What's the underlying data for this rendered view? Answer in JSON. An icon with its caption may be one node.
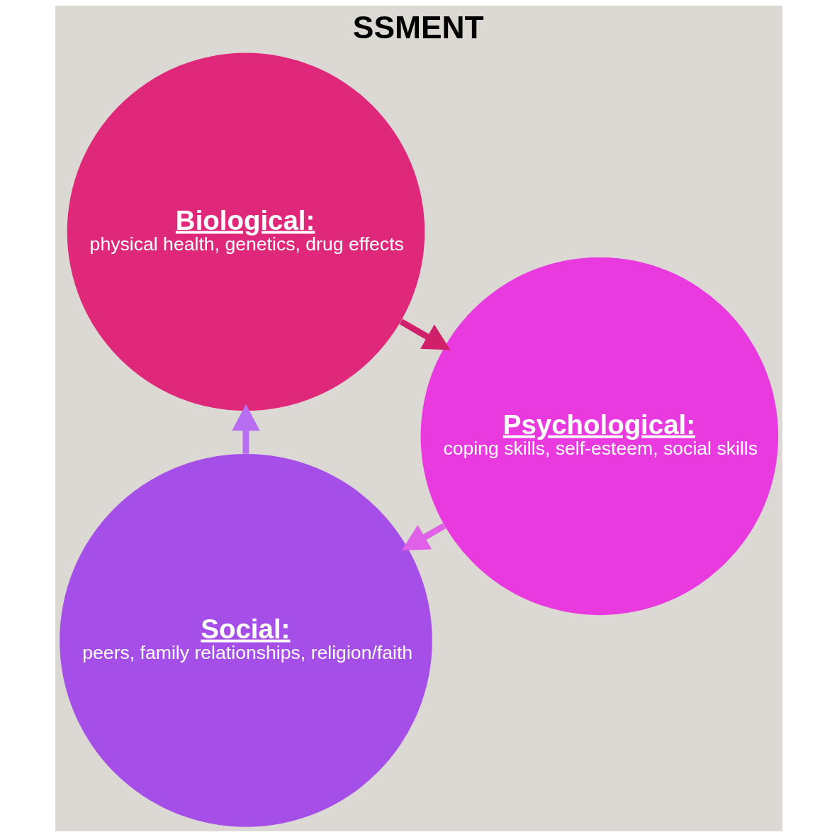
{
  "diagram": {
    "title": "SSMENT",
    "nodes": [
      {
        "text": [
          "Social:",
          "peers, family relationships, religion/faith"
        ]
      },
      {
        "text": [
          "Biological:",
          "physical health, genetics, drug effects"
        ]
      },
      {
        "text": [
          "Psychological:",
          "coping skills, self-esteem, social skills"
        ]
      }
    ],
    "edges": [
      {
        "from": 0,
        "to": 1,
        "arrow": "to",
        "color": "#b86ef0"
      },
      {
        "from": 1,
        "to": 2,
        "arrow": "to",
        "color": "#d0206a"
      },
      {
        "from": 2,
        "to": 0,
        "arrow": "to",
        "color": "#e060e8"
      }
    ]
  }
}
